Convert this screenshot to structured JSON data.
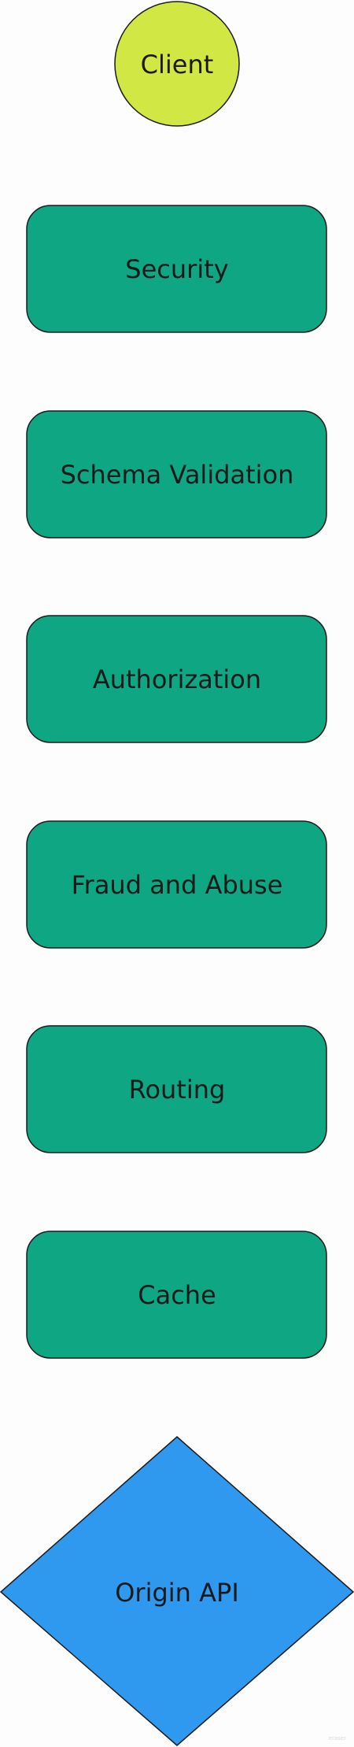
{
  "colors": {
    "background": "#fdfdfd",
    "start_node": "#d1e743",
    "process_node": "#0fa683",
    "end_node": "#2f98ef",
    "stroke": "#1b1b1b",
    "text": "#1a1a1a"
  },
  "diagram": {
    "start": {
      "label": "Client",
      "shape": "circle"
    },
    "steps": [
      {
        "label": "Security",
        "shape": "rounded-rectangle"
      },
      {
        "label": "Schema Validation",
        "shape": "rounded-rectangle"
      },
      {
        "label": "Authorization",
        "shape": "rounded-rectangle"
      },
      {
        "label": "Fraud and Abuse",
        "shape": "rounded-rectangle"
      },
      {
        "label": "Routing",
        "shape": "rounded-rectangle"
      },
      {
        "label": "Cache",
        "shape": "rounded-rectangle"
      }
    ],
    "end": {
      "label": "Origin API",
      "shape": "diamond"
    },
    "watermark": "eraser"
  }
}
